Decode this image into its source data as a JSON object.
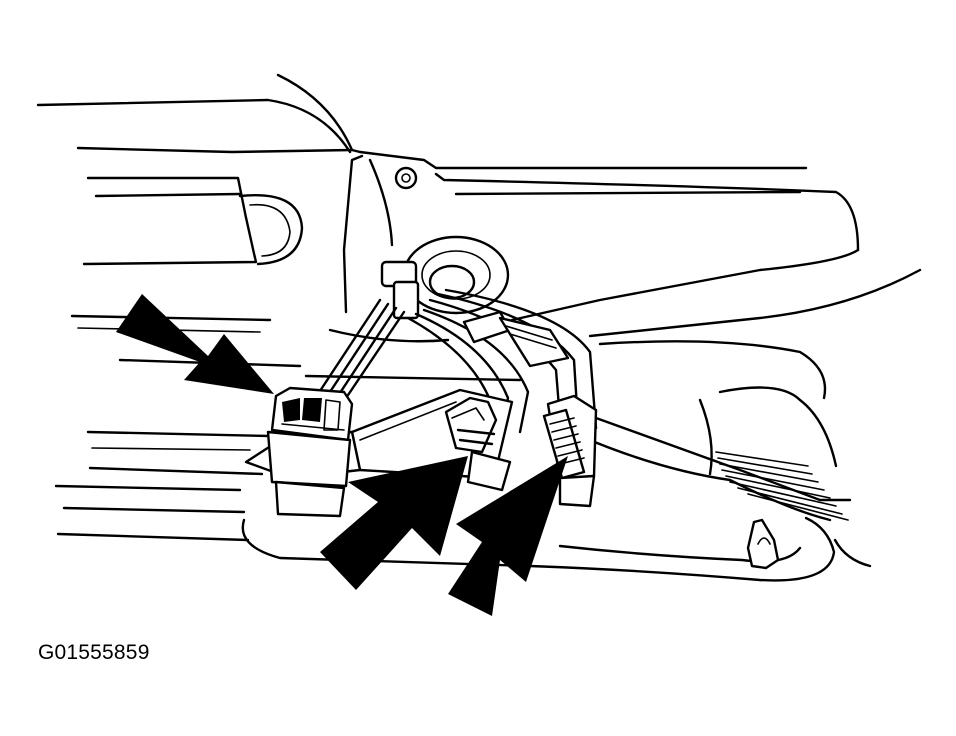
{
  "figure": {
    "id_label": "G01555859"
  },
  "callouts": [
    {
      "name": "arrow-connector-left"
    },
    {
      "name": "arrow-connector-center"
    },
    {
      "name": "arrow-connector-right"
    }
  ],
  "colors": {
    "ink": "#000000",
    "paper": "#ffffff"
  }
}
